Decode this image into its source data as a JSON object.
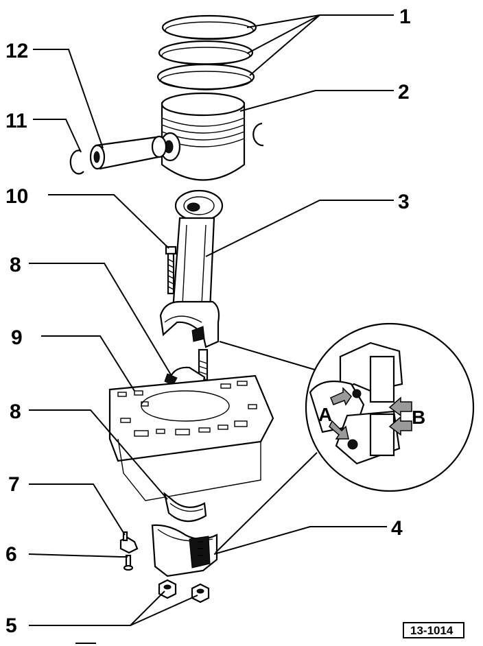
{
  "callouts": {
    "c1": "1",
    "c2": "2",
    "c3": "3",
    "c4": "4",
    "c5": "5",
    "c6": "6",
    "c7": "7",
    "c8a": "8",
    "c8b": "8",
    "c9": "9",
    "c10": "10",
    "c11": "11",
    "c12": "12"
  },
  "detail": {
    "label_a": "A",
    "label_b": "B"
  },
  "figure_number": "13-1014"
}
